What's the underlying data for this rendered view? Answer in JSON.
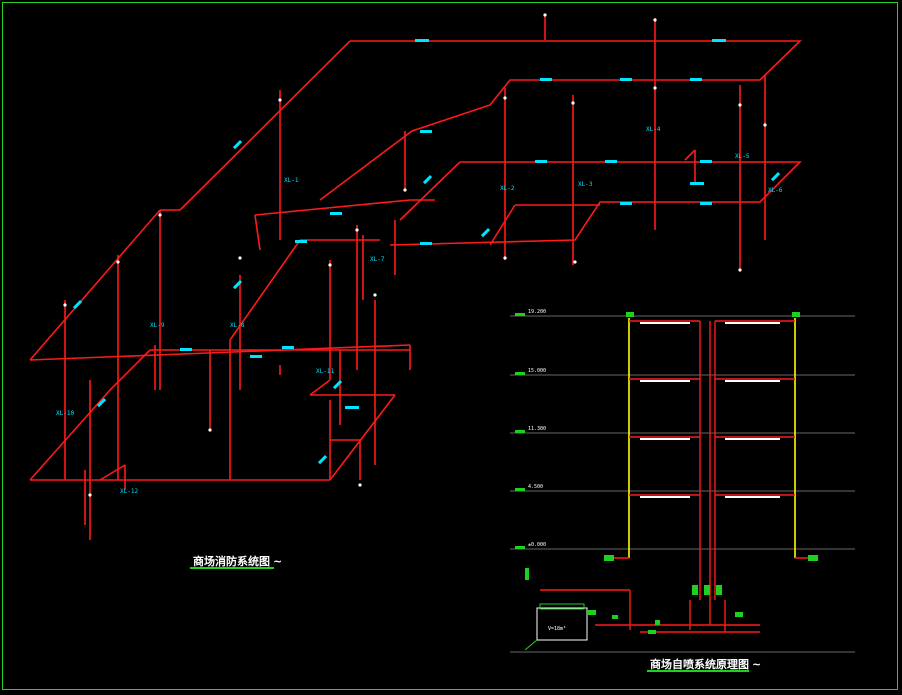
{
  "titles": {
    "fire_system": "商场消防系统图",
    "sprinkler_system": "商场自喷系统原理图",
    "tilde": "~"
  },
  "riser_labels": [
    "XL-1",
    "XL-2",
    "XL-3",
    "XL-4",
    "XL-5",
    "XL-6",
    "XL-7",
    "XL-8",
    "XL-9",
    "XL-10",
    "XL-11",
    "XL-12"
  ],
  "floor_levels": [
    "19.200",
    "15.000",
    "11.300",
    "4.500",
    "±0.000"
  ],
  "tank_label": "V=18m³",
  "colors": {
    "pipe": "#ff1a1a",
    "riser_yellow": "#ffff00",
    "green": "#1fd11f",
    "cyan": "#00e5ff",
    "grid": "#8a8a8a"
  }
}
